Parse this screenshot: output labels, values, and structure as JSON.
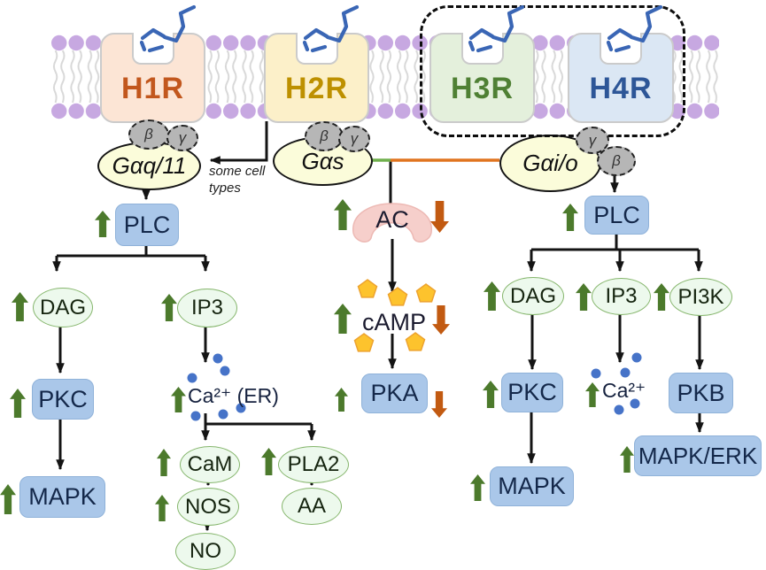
{
  "receptors": [
    {
      "label": "H1R"
    },
    {
      "label": "H2R"
    },
    {
      "label": "H3R"
    },
    {
      "label": "H4R"
    }
  ],
  "g_proteins": {
    "gq": "Gαq/11",
    "gs": "Gαs",
    "gi": "Gαi/o"
  },
  "subunits": {
    "beta": "β",
    "gamma": "γ"
  },
  "note": {
    "line1": "some cell",
    "line2": "types"
  },
  "h1_pathway": {
    "plc": "PLC",
    "dag": "DAG",
    "ip3": "IP3",
    "pkc": "PKC",
    "mapk": "MAPK",
    "ca_er": "Ca²⁺ (ER)",
    "cam": "CaM",
    "nos": "NOS",
    "no": "NO",
    "pla2": "PLA2",
    "aa": "AA"
  },
  "h2_pathway": {
    "ac": "AC",
    "camp": "cAMP",
    "pka": "PKA"
  },
  "h34_pathway": {
    "plc": "PLC",
    "dag": "DAG",
    "ip3": "IP3",
    "pi3k": "PI3K",
    "pkc": "PKC",
    "ca": "Ca²⁺",
    "pkb": "PKB",
    "mapk": "MAPK",
    "mapk_erk": "MAPK/ERK"
  },
  "icons": {
    "upregulation": "green-up-arrow",
    "downregulation": "orange-down-arrow",
    "camp_molecule": "yellow-pentagon",
    "calcium_ion": "blue-dot",
    "histamine": "blue-ligand-structure"
  },
  "colors": {
    "upregulation": "#4c7a2c",
    "downregulation": "#c25a11",
    "membrane_head": "#c7a8e1",
    "histamine_ligand": "#3a66b5",
    "gs_activation_link": "#6faf4c",
    "gi_inhibition_link": "#e0741f",
    "h1r_text": "#c2571d",
    "h2r_text": "#bd9000",
    "h3r_text": "#4f8034",
    "h4r_text": "#2d5697",
    "node_box": "#aac7e9",
    "node_ellipse": "#edf9ed",
    "g_protein_fill": "#fbfcda",
    "camp_pentagon": "#fdc32d",
    "calcium_dot": "#4673c8"
  }
}
